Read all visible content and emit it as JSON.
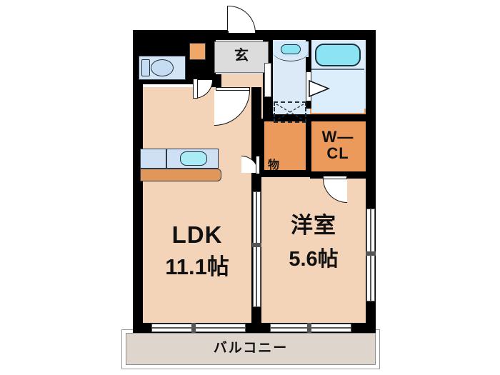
{
  "plan": {
    "type": "japanese-apartment-floor-plan",
    "layout_code": "1LDK",
    "rooms": [
      {
        "id": "ldk",
        "label_line1": "LDK",
        "label_line2": "11.1帖",
        "size_jo": 11.1,
        "color": "#f3d4b8"
      },
      {
        "id": "bedroom",
        "label_line1": "洋室",
        "label_line2": "5.6帖",
        "size_jo": 5.6,
        "color": "#f3d4b8"
      },
      {
        "id": "wcl",
        "label_line1": "W—",
        "label_line2": "CL",
        "color": "#eb9a5c"
      },
      {
        "id": "genkan",
        "label_line1": "玄",
        "color": "#dcdcdc"
      },
      {
        "id": "storage",
        "label_line1": "物",
        "color": "#eb9a5c"
      },
      {
        "id": "balcony",
        "label_line1": "バルコニー",
        "color": "#ded5cc"
      }
    ],
    "labels": {
      "ldk_name": "LDK",
      "ldk_area": "11.1帖",
      "bedroom_name": "洋室",
      "bedroom_area": "5.6帖",
      "walk_in_closet_line1": "W—",
      "walk_in_closet_line2": "CL",
      "genkan": "玄",
      "storage": "物",
      "balcony": "バルコニー"
    },
    "fixtures": [
      {
        "name": "toilet",
        "room": "toilet-room"
      },
      {
        "name": "washbasin",
        "room": "washroom"
      },
      {
        "name": "bathtub",
        "room": "bathroom"
      },
      {
        "name": "washing-machine-space",
        "room": "washroom"
      },
      {
        "name": "kitchen-sink",
        "room": "ldk"
      },
      {
        "name": "shoe-box",
        "room": "genkan"
      }
    ],
    "colors": {
      "wall": "#000000",
      "floor_living": "#f3d4b8",
      "floor_closet": "#eb9a5c",
      "floor_wet": "#dce9f7",
      "floor_genkan": "#dcdcdc",
      "balcony": "#ded5cc",
      "fixture_accent": "#8ce4f2",
      "counter_base": "#e2975a",
      "background": "#ffffff"
    }
  }
}
